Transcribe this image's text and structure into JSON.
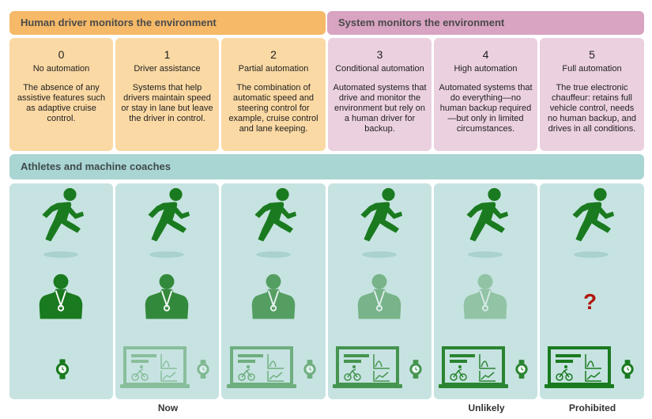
{
  "headers": {
    "human": "Human driver monitors the environment",
    "system": "System monitors the environment",
    "athletes": "Athletes and machine coaches"
  },
  "levels": [
    {
      "number": "0",
      "name": "No automation",
      "desc": "The absence of any assistive features such as adaptive cruise control."
    },
    {
      "number": "1",
      "name": "Driver assistance",
      "desc": "Systems that help drivers maintain speed or stay in lane but leave the driver in control."
    },
    {
      "number": "2",
      "name": "Partial automation",
      "desc": "The combination of automatic speed and steering control for example, cruise control and lane keeping."
    },
    {
      "number": "3",
      "name": "Conditional automation",
      "desc": "Automated systems that drive and monitor the environment but rely on a human driver for backup."
    },
    {
      "number": "4",
      "name": "High automation",
      "desc": "Automated systems that do everything—no human backup required—but only in limited circumstances."
    },
    {
      "number": "5",
      "name": "Full automation",
      "desc": "The true electronic chauffeur: retains full vehicle control, needs no human backup, and drives in all conditions."
    }
  ],
  "coach_opacity": [
    1,
    0.85,
    0.65,
    0.45,
    0.3,
    0
  ],
  "laptop_opacity": [
    0,
    0.35,
    0.5,
    0.75,
    0.9,
    1
  ],
  "question_mark": "?",
  "bottom_labels": {
    "now": "Now",
    "unlikely": "Unlikely",
    "prohibited": "Prohibited"
  },
  "colors": {
    "green": "#1a7a1f",
    "human_orange": "#f5b968",
    "system_pink": "#d9a3c2",
    "teal": "#a9d5d3"
  }
}
